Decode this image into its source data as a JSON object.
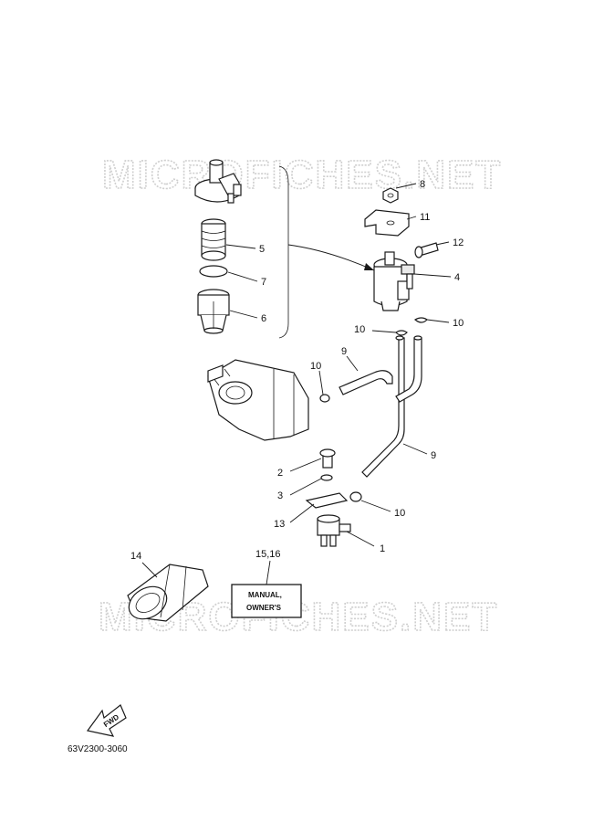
{
  "watermark": {
    "text": "MICROFICHES.NET"
  },
  "callouts": [
    {
      "id": "8",
      "label": "8"
    },
    {
      "id": "11",
      "label": "11"
    },
    {
      "id": "12",
      "label": "12"
    },
    {
      "id": "5",
      "label": "5"
    },
    {
      "id": "7",
      "label": "7"
    },
    {
      "id": "4",
      "label": "4"
    },
    {
      "id": "6",
      "label": "6"
    },
    {
      "id": "10a",
      "label": "10"
    },
    {
      "id": "10b",
      "label": "10"
    },
    {
      "id": "9a",
      "label": "9"
    },
    {
      "id": "10c",
      "label": "10"
    },
    {
      "id": "9b",
      "label": "9"
    },
    {
      "id": "2",
      "label": "2"
    },
    {
      "id": "3",
      "label": "3"
    },
    {
      "id": "10d",
      "label": "10"
    },
    {
      "id": "13",
      "label": "13"
    },
    {
      "id": "1",
      "label": "1"
    },
    {
      "id": "14",
      "label": "14"
    },
    {
      "id": "15_16",
      "label": "15,16"
    }
  ],
  "manual_label": {
    "line1": "MANUAL,",
    "line2": "OWNER'S"
  },
  "fwd_label": "FWD",
  "diagram_code": "63V2300-3060"
}
